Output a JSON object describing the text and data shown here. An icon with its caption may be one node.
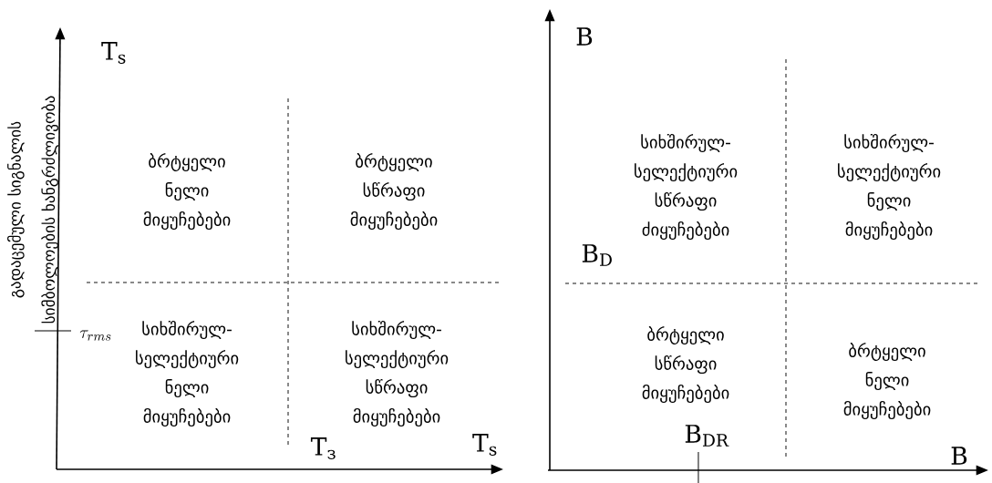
{
  "diagram": {
    "labels": [
      "T$_{s}$",
      "გადაცემული სიგნალის სიმბოლოების ხანგრძლივობა",
      "ბრტყელი ნელი მიყუჩებები",
      "ბრტყელი სწრაფი მიყუჩებები",
      "\\tau_{rms}",
      "სიხშირულ-სელექტიური ნელი მიყუჩებები",
      "სიხშირულ-სელექტიური სწრაფი მიყუჩებები",
      "T$_{з}$",
      "T$_{s}$",
      "B",
      "სიხშირულ-სელექტიური სწრაფი ძიყუჩებები",
      "სიხშირულ-სელექტიური ნელი მიყუჩებები",
      "B$_{D}$",
      "ბრტყელი სწრაფი მიყუჩებები",
      "ბრტყელი ნელი მიყუჩებები",
      "B$_{DR}$",
      "B"
    ]
  }
}
